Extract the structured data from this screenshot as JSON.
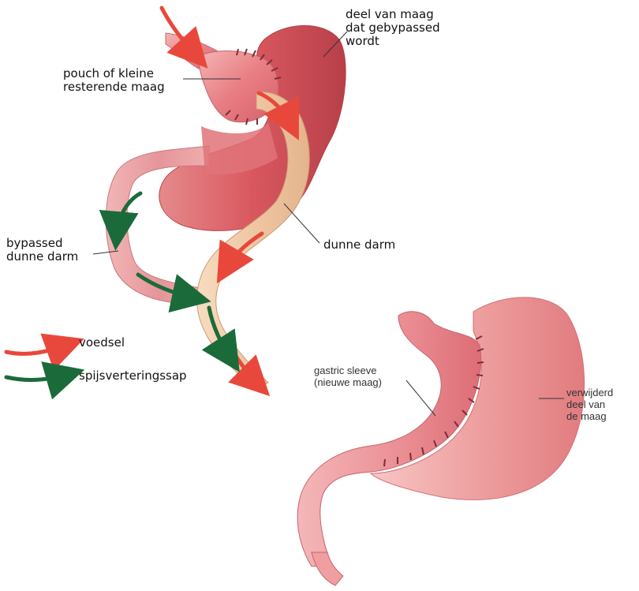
{
  "bypass": {
    "stomach_label": [
      "deel van maag",
      "dat gebypassed",
      "wordt"
    ],
    "pouch_label": [
      "pouch of kleine",
      "resterende maag"
    ],
    "bypassed_label": [
      "bypassed",
      "dunne darm"
    ],
    "small_intestine_label": "dunne darm"
  },
  "legend": {
    "food": "voedsel",
    "digestive_juice": "spijsverteringssap",
    "food_color": "#e8483b",
    "juice_color": "#1b6b3a"
  },
  "sleeve": {
    "sleeve_label": [
      "gastric sleeve",
      "(nieuwe maag)"
    ],
    "removed_label": [
      "verwijderd",
      "deel van",
      "de maag"
    ]
  }
}
